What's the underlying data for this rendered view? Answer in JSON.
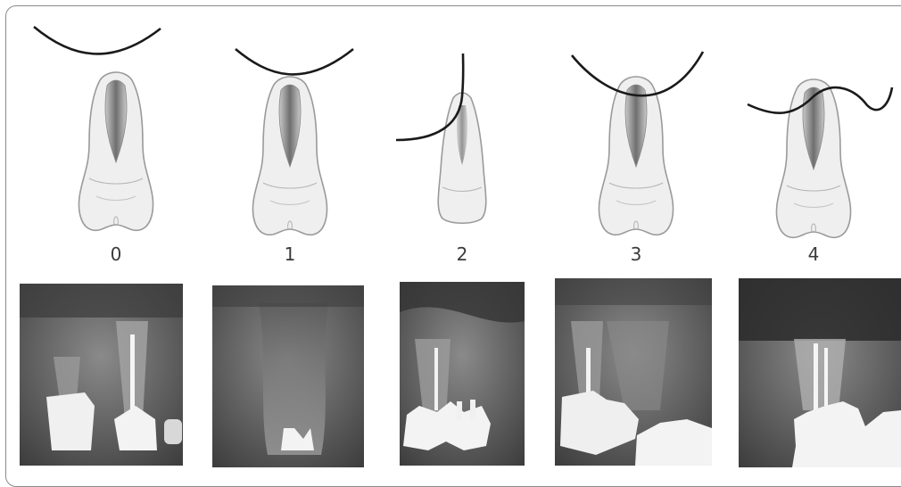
{
  "figure": {
    "panels": [
      {
        "label": "0",
        "line_style": "curve above crown, not touching"
      },
      {
        "label": "1",
        "line_style": "curve touching crown tip"
      },
      {
        "label": "2",
        "line_style": "line touching crown edge on one side"
      },
      {
        "label": "3",
        "line_style": "curve crossing the crown"
      },
      {
        "label": "4",
        "line_style": "wavy line crossing the crown"
      }
    ],
    "radiographs": [
      {
        "name": "radiograph-0"
      },
      {
        "name": "radiograph-1"
      },
      {
        "name": "radiograph-2"
      },
      {
        "name": "radiograph-3"
      },
      {
        "name": "radiograph-4"
      }
    ],
    "colors": {
      "tooth_outline": "#9a9a9a",
      "tooth_fill": "#eeeeee",
      "pulp": "#7a7a7a",
      "line": "#1a1a1a",
      "xray_dark": "#2c2c2c",
      "filling": "#f2f2f2"
    }
  }
}
